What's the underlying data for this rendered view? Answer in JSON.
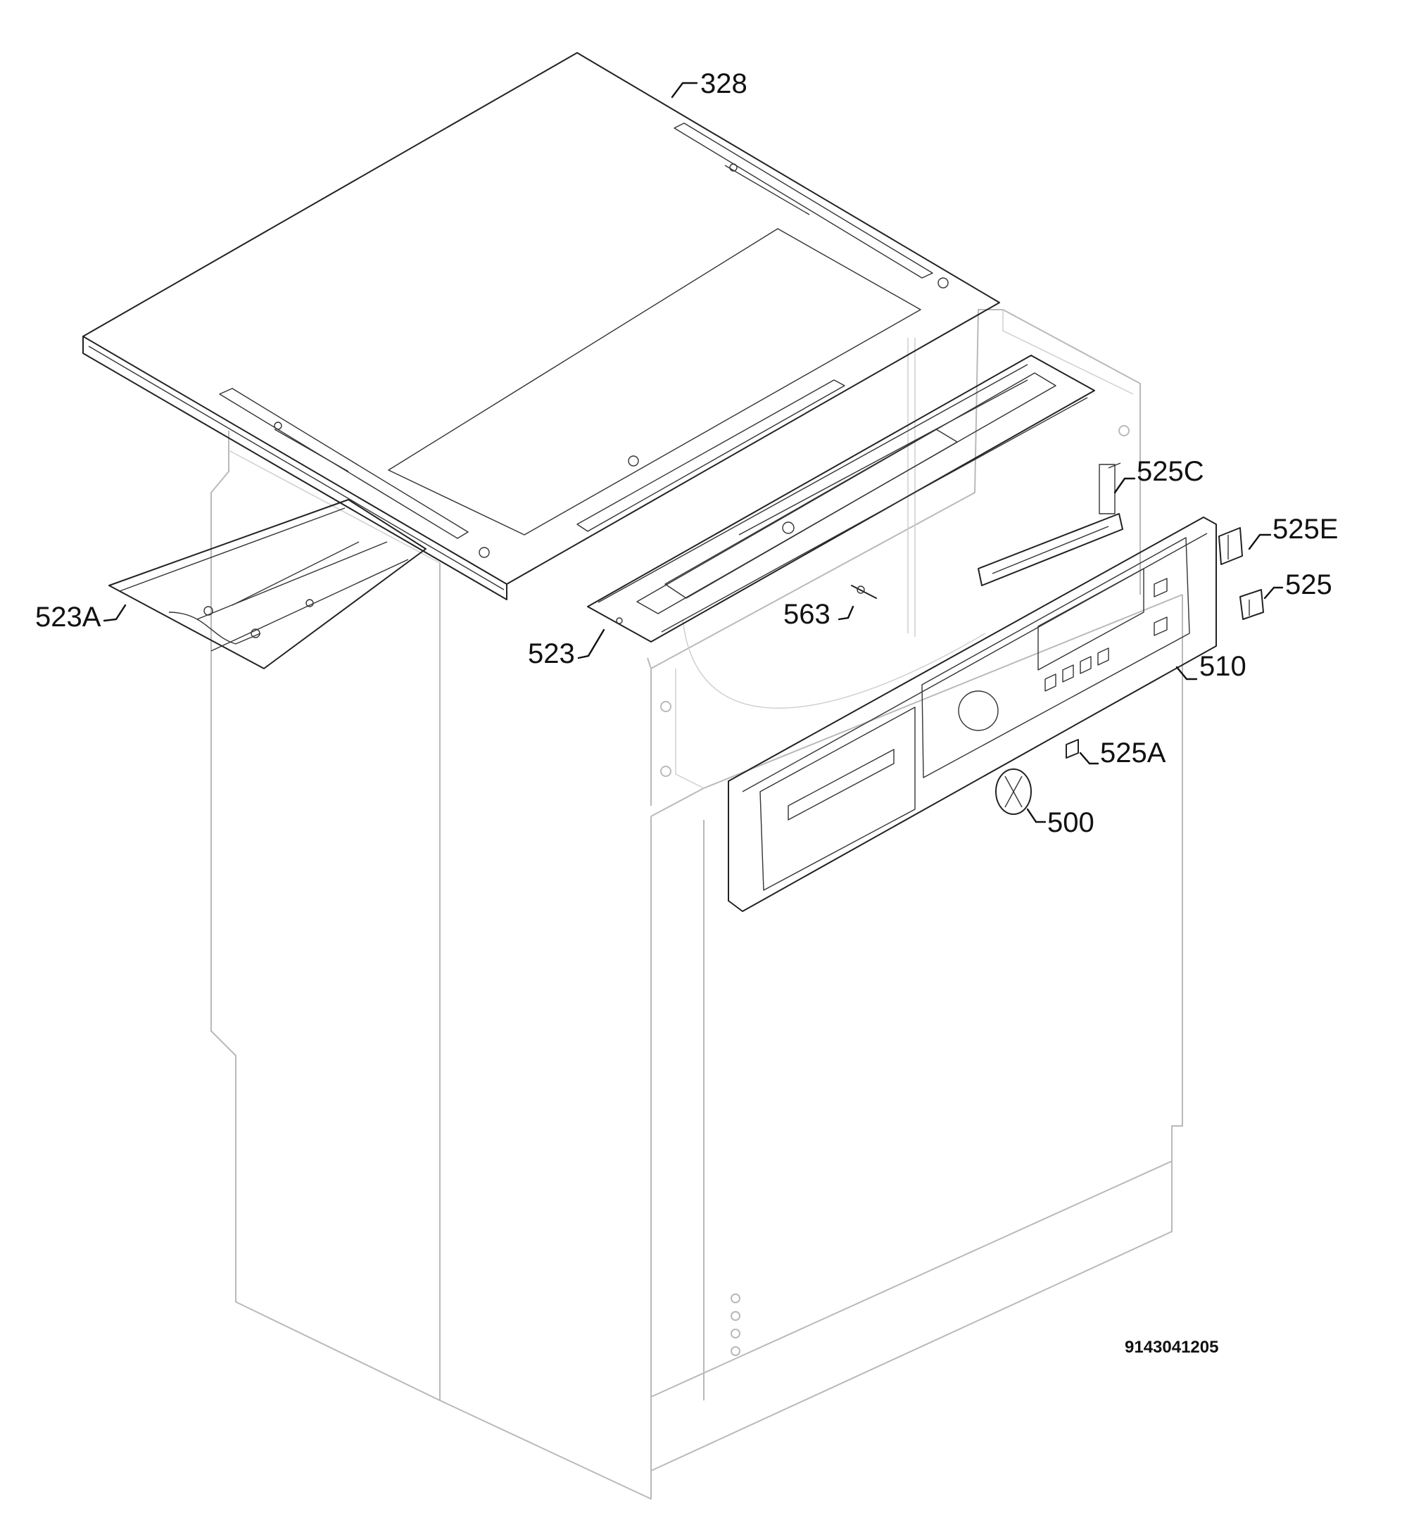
{
  "diagram": {
    "part_labels": {
      "p328": "328",
      "p525C": "525C",
      "p525E": "525E",
      "p525": "525",
      "p523A": "523A",
      "p563": "563",
      "p523": "523",
      "p510": "510",
      "p525A": "525A",
      "p500": "500"
    },
    "drawing_number": "9143041205"
  }
}
